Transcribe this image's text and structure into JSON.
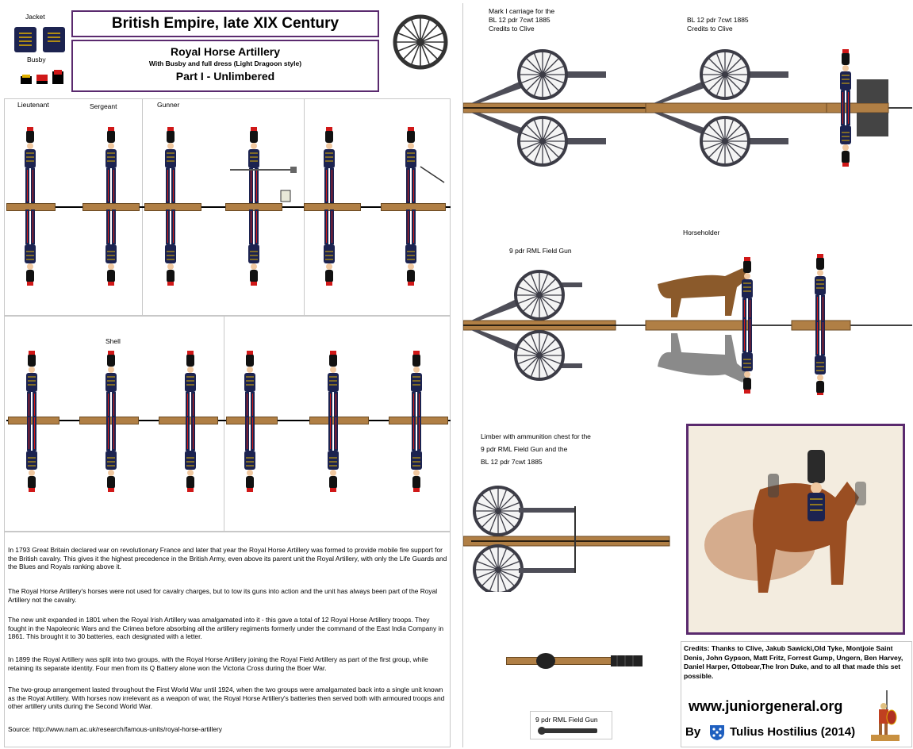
{
  "header": {
    "title": "British Empire, late XIX Century",
    "subtitle": "Royal Horse Artillery",
    "description": "With Busby and full dress (Light Dragoon style)",
    "part": "Part I - Unlimbered"
  },
  "legend": {
    "jacket_label": "Jacket",
    "busby_label": "Busby"
  },
  "figures": {
    "lieutenant": "Lieutenant",
    "sergeant": "Sergeant",
    "gunner": "Gunner",
    "shell": "Shell",
    "horseholder": "Horseholder"
  },
  "guns": {
    "mark1_line1": "Mark I carriage for the",
    "mark1_line2": "BL 12 pdr 7cwt 1885",
    "mark1_line3": "Credits to Clive",
    "bl12_line1": "BL 12 pdr 7cwt 1885",
    "bl12_line2": "Credits to Clive",
    "rml_label": "9 pdr RML Field Gun",
    "limber_line1": "Limber with ammunition chest for the",
    "limber_line2": "9 pdr RML Field Gun and the",
    "limber_line3": "BL 12 pdr 7cwt 1885",
    "rml_barrel_label": "9 pdr RML Field Gun"
  },
  "history": {
    "p1": "In 1793 Great Britain declared war on revolutionary France and later that year the Royal Horse Artillery was formed to provide mobile fire support for the British cavalry. This gives it the highest precedence in the British Army, even above its parent unit the Royal Artillery, with only the Life Guards and the Blues and Royals ranking above it.",
    "p2": "The Royal Horse Artillery's horses were not used for cavalry charges, but to tow its guns into action and the unit has always been part of the Royal Artillery not the cavalry.",
    "p3": "The new unit expanded in 1801 when the Royal Irish Artillery was amalgamated into it - this gave a total of 12 Royal Horse Artillery troops. They fought in the Napoleonic Wars and the Crimea before absorbing all the artillery regiments formerly under the command of the East India Company in 1861. This brought it to 30 batteries, each designated with a letter.",
    "p4": "In 1899 the Royal Artillery was split into two groups, with the Royal Horse Artillery joining the Royal Field Artillery as part of the first group, while retaining its separate identity. Four men from its Q Battery alone won the Victoria Cross during the Boer War.",
    "p5": "The two-group arrangement lasted throughout the First World War until 1924, when the two groups were amalgamated back into a single unit known as the Royal Artillery. With horses now irrelevant as a weapon of war, the Royal Horse Artillery's batteries then served both with armoured troops and other artillery units during the Second World War.",
    "source": "Source: http://www.nam.ac.uk/research/famous-units/royal-horse-artillery"
  },
  "credits": {
    "text": "Credits: Thanks to Clive, Jakub Sawicki,Old Tyke, Montjoie Saint Denis, John Gypson, Matt Fritz, Forrest Gump, Ungern, Ben Harvey, Daniel Harper, Ottobear,The Iron Duke, and to all that made this set possible.",
    "url": "www.juniorgeneral.org",
    "by": "By",
    "author": "Tulius Hostilius (2014)"
  },
  "colors": {
    "uniform": "#1c2350",
    "busby_plume": "#d01818",
    "base": "#b07f45",
    "frame": "#5a2a6e",
    "gun": "#4e4e58"
  }
}
